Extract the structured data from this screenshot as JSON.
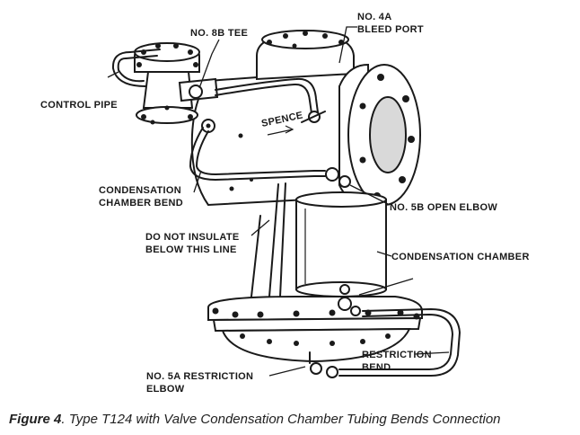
{
  "labels": {
    "bleed_port_1": "NO. 4A",
    "bleed_port_2": "BLEED PORT",
    "tee": "NO. 8B TEE",
    "control_pipe": "CONTROL PIPE",
    "condensation_bend_1": "CONDENSATION",
    "condensation_bend_2": "CHAMBER BEND",
    "open_elbow": "NO. 5B OPEN ELBOW",
    "insulate_1": "DO NOT INSULATE",
    "insulate_2": "BELOW THIS LINE",
    "chamber": "CONDENSATION CHAMBER",
    "restriction_bend_1": "RESTRICTION",
    "restriction_bend_2": "BEND",
    "restriction_elbow_1": "NO. 5A RESTRICTION",
    "restriction_elbow_2": "ELBOW",
    "body_mark": "SPENCE"
  },
  "caption": {
    "figure": "Figure 4",
    "text": ". Type T124 with Valve Condensation Chamber Tubing Bends Connection"
  }
}
